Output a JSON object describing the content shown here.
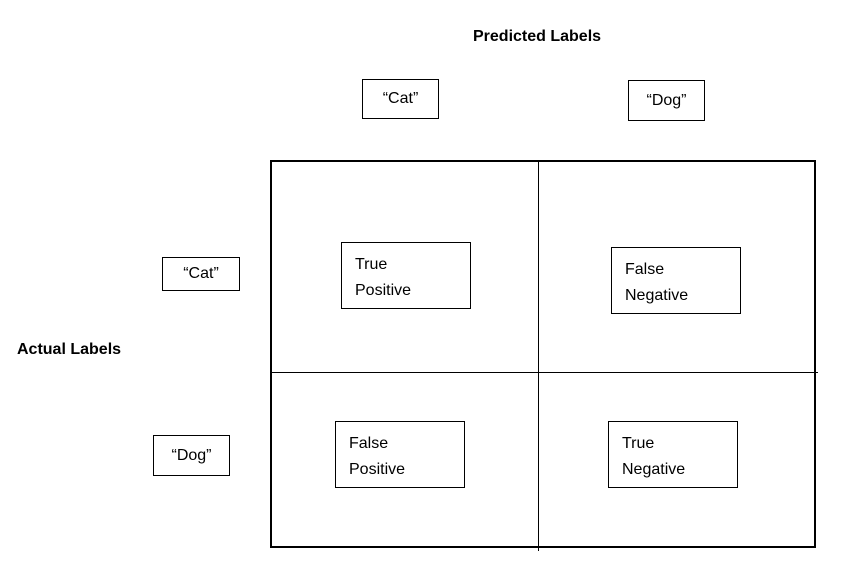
{
  "predicted_title": "Predicted Labels",
  "actual_title": "Actual Labels",
  "predicted_labels": [
    "“Cat”",
    "“Dog”"
  ],
  "actual_labels": [
    "“Cat”",
    "“Dog”"
  ],
  "cells": {
    "true_positive": [
      "True",
      "Positive"
    ],
    "false_negative": [
      "False",
      "Negative"
    ],
    "false_positive": [
      "False",
      "Positive"
    ],
    "true_negative": [
      "True",
      "Negative"
    ]
  }
}
